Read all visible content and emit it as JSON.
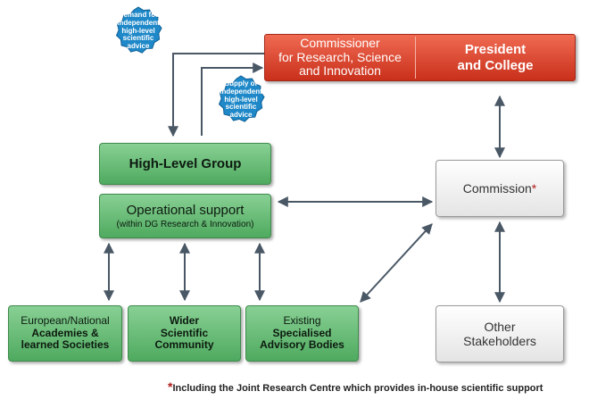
{
  "commissioner": {
    "line1": "Commissioner",
    "line2": "for Research, Science",
    "line3": "and Innovation"
  },
  "president": {
    "line1": "President",
    "line2": "and College"
  },
  "demand_seal": {
    "line1": "Demand for",
    "line2": "independent",
    "line3": "high-level",
    "line4": "scientific",
    "line5": "advice"
  },
  "supply_seal": {
    "line1": "Supply of",
    "line2": "independent",
    "line3": "high-level",
    "line4": "scientific",
    "line5": "advice"
  },
  "high_level_group": "High-Level Group",
  "operational_support": {
    "title": "Operational support",
    "subtitle": "(within DG Research & Innovation)"
  },
  "commission": {
    "label": "Commission",
    "asterisk": "*"
  },
  "academies": {
    "line1": "European/National",
    "line2": "Academies &",
    "line3": "learned Societies"
  },
  "wider_community": {
    "line1": "Wider",
    "line2": "Scientific",
    "line3": "Community"
  },
  "advisory_bodies": {
    "line1": "Existing",
    "line2": "Specialised",
    "line3": "Advisory Bodies"
  },
  "other_stakeholders": {
    "line1": "Other",
    "line2": "Stakeholders"
  },
  "footnote": {
    "asterisk": "*",
    "text": "Including the Joint Research Centre which provides in-house scientific support"
  },
  "colors": {
    "green": "#5fb46e",
    "red": "#d8432c",
    "seal_blue": "#1e88c8",
    "arrow": "#4a5866"
  }
}
